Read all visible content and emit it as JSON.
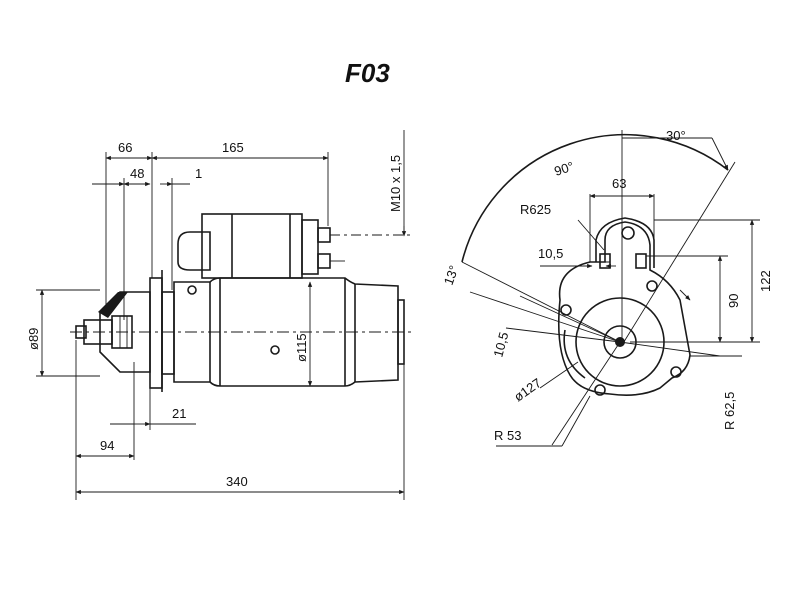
{
  "title": "F03",
  "side_view": {
    "dims": {
      "d66": "66",
      "d165": "165",
      "d48": "48",
      "d1": "1",
      "thread": "M10 x 1,5",
      "dia89": "ø89",
      "dia115": "ø115",
      "d21": "21",
      "d94": "94",
      "d340": "340"
    }
  },
  "front_view": {
    "dims": {
      "angle30": "30°",
      "angle90": "90°",
      "d63": "63",
      "r625": "R625",
      "d10_5a": "10,5",
      "angle13": "13°",
      "d122": "122",
      "d90": "90",
      "d10_5b": "10,5",
      "dia127": "ø127",
      "r53": "R 53",
      "r62_5": "R 62,5"
    }
  }
}
